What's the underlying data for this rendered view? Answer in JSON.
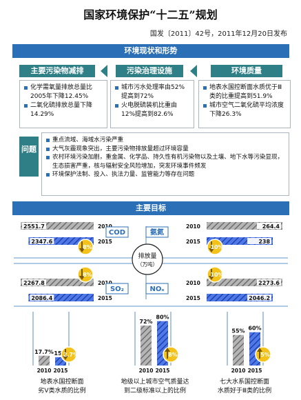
{
  "title": "国家环境保护“十二五”规划",
  "subtitle": "国发〔2011〕42号，2011年12月20日发布",
  "status_banner": "环境现状和形势",
  "headers": {
    "reduction": "主要污染物减排",
    "facilities": "污染治理设施",
    "quality": "环境质量"
  },
  "reduction_items": [
    "化学需氧量排放总量比2005年下降12.45%",
    "二氧化硫排放总量下降14.29%"
  ],
  "facilities_items": [
    "城市污水处理率由52%提高到72%",
    "火电脱硫装机比重由12%提高到82.6%"
  ],
  "quality_items": [
    "地表水国控断面水质优于Ⅲ类的比重提高到51.9%",
    "城市空气二氧化硫平均浓度下降26.3%"
  ],
  "problems_label": "问题",
  "problems_items": [
    "重点流域、海域水污染严重",
    "大气灰霾现象突出，主要污染物排放量超过环境容量",
    "农村环境污染加剧，重金属、化学品、持久性有机污染物以及土壤、地下水等污染显现，生态损害严重，核与辐射安全风险增加，突发环境事件频发",
    "环境保护法制、投入、执法力量、监管能力等存在问题"
  ],
  "goals_banner": "主要目标",
  "center_label": "排放量",
  "center_unit": "（万吨）",
  "chart_data": [
    {
      "type": "bar",
      "title": "COD",
      "categories": [
        "2010",
        "2015"
      ],
      "values": [
        2551.7,
        2347.6
      ],
      "change_label": "8%"
    },
    {
      "type": "bar",
      "title": "氨氮",
      "categories": [
        "2010",
        "2015"
      ],
      "values": [
        264.4,
        238
      ],
      "change_label": "10%"
    },
    {
      "type": "bar",
      "title": "SO₂",
      "categories": [
        "2010",
        "2015"
      ],
      "values": [
        2267.8,
        2086.4
      ],
      "change_label": "8%"
    },
    {
      "type": "bar",
      "title": "NOₓ",
      "categories": [
        "2010",
        "2015"
      ],
      "values": [
        2273.6,
        2046.2
      ],
      "change_label": "10%"
    },
    {
      "type": "bar",
      "title": "地表水国控断面劣Ⅴ类水质的比例",
      "categories": [
        "2010",
        "2015"
      ],
      "values": [
        17.7,
        15
      ],
      "value_labels": [
        "17.7%",
        "15%"
      ],
      "change_label": "2.7%",
      "change_direction": "down"
    },
    {
      "type": "bar",
      "title": "地级以上城市空气质量达到二级标准以上的比例",
      "categories": [
        "2010",
        "2015"
      ],
      "values": [
        72,
        80
      ],
      "value_labels": [
        "72%",
        "80%"
      ],
      "change_label": "8%",
      "change_direction": "up"
    },
    {
      "type": "bar",
      "title": "七大水系国控断面水质好于Ⅲ类的比例",
      "categories": [
        "2010",
        "2015"
      ],
      "values": [
        55,
        60
      ],
      "value_labels": [
        "55%",
        "60%"
      ],
      "change_label": "5%",
      "change_direction": "up"
    }
  ],
  "captions": [
    [
      "地表水国控断面",
      "劣Ⅴ类水质的比例"
    ],
    [
      "地级以上城市空气质量达",
      "到二级标准以上的比例"
    ],
    [
      "七大水系国控断面",
      "水质好于Ⅲ类的比例"
    ]
  ],
  "colors": {
    "blue": "#2b6fb6",
    "bar_blue": "#2f56c9",
    "teal": "#2f7f86",
    "gray_bar": "#9a9a9a",
    "yellow": "#f3c21b"
  }
}
